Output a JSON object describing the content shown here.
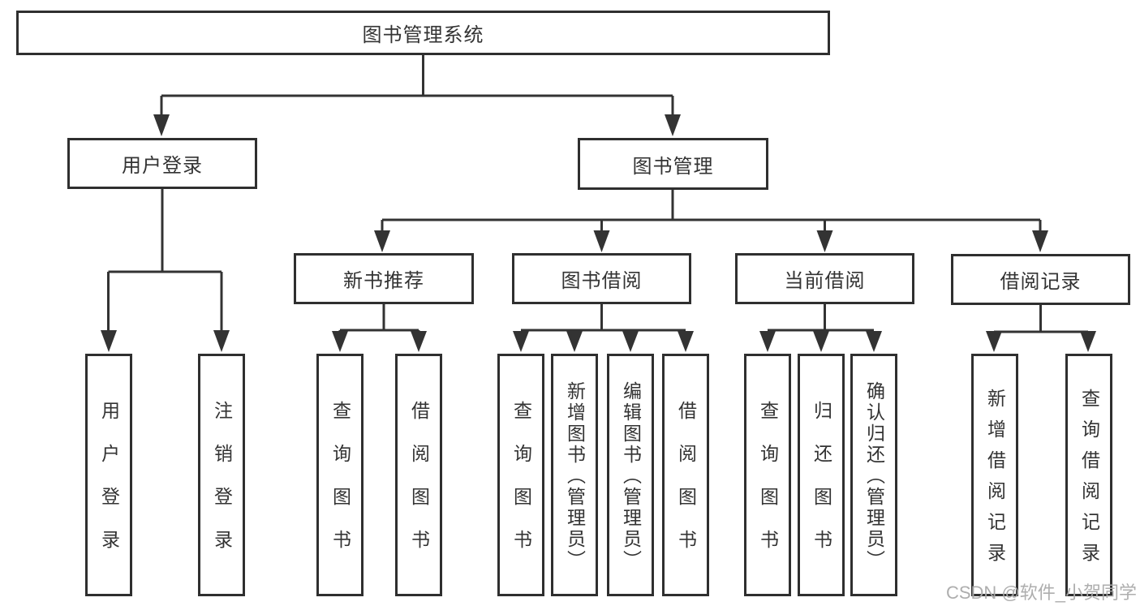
{
  "diagram_title": "图书管理系统",
  "watermark": "CSDN @软件_小贺同学",
  "colors": {
    "line": "#333333",
    "box_border": "#2f2f2f",
    "text": "#333333",
    "watermark": "#aaaaaa",
    "background": "#ffffff"
  },
  "tree": {
    "label": "图书管理系统",
    "children": [
      {
        "label": "用户登录",
        "children": [
          {
            "label": "用户登录"
          },
          {
            "label": "注销登录"
          }
        ]
      },
      {
        "label": "图书管理",
        "children": [
          {
            "label": "新书推荐",
            "children": [
              {
                "label": "查询图书"
              },
              {
                "label": "借阅图书"
              }
            ]
          },
          {
            "label": "图书借阅",
            "children": [
              {
                "label": "查询图书"
              },
              {
                "label": "新增图书（管理员）"
              },
              {
                "label": "编辑图书（管理员）"
              },
              {
                "label": "借阅图书"
              }
            ]
          },
          {
            "label": "当前借阅",
            "children": [
              {
                "label": "查询图书"
              },
              {
                "label": "归还图书"
              },
              {
                "label": "确认归还（管理员）"
              }
            ]
          },
          {
            "label": "借阅记录",
            "children": [
              {
                "label": "新增借阅记录"
              },
              {
                "label": "查询借阅记录"
              }
            ]
          }
        ]
      }
    ]
  }
}
